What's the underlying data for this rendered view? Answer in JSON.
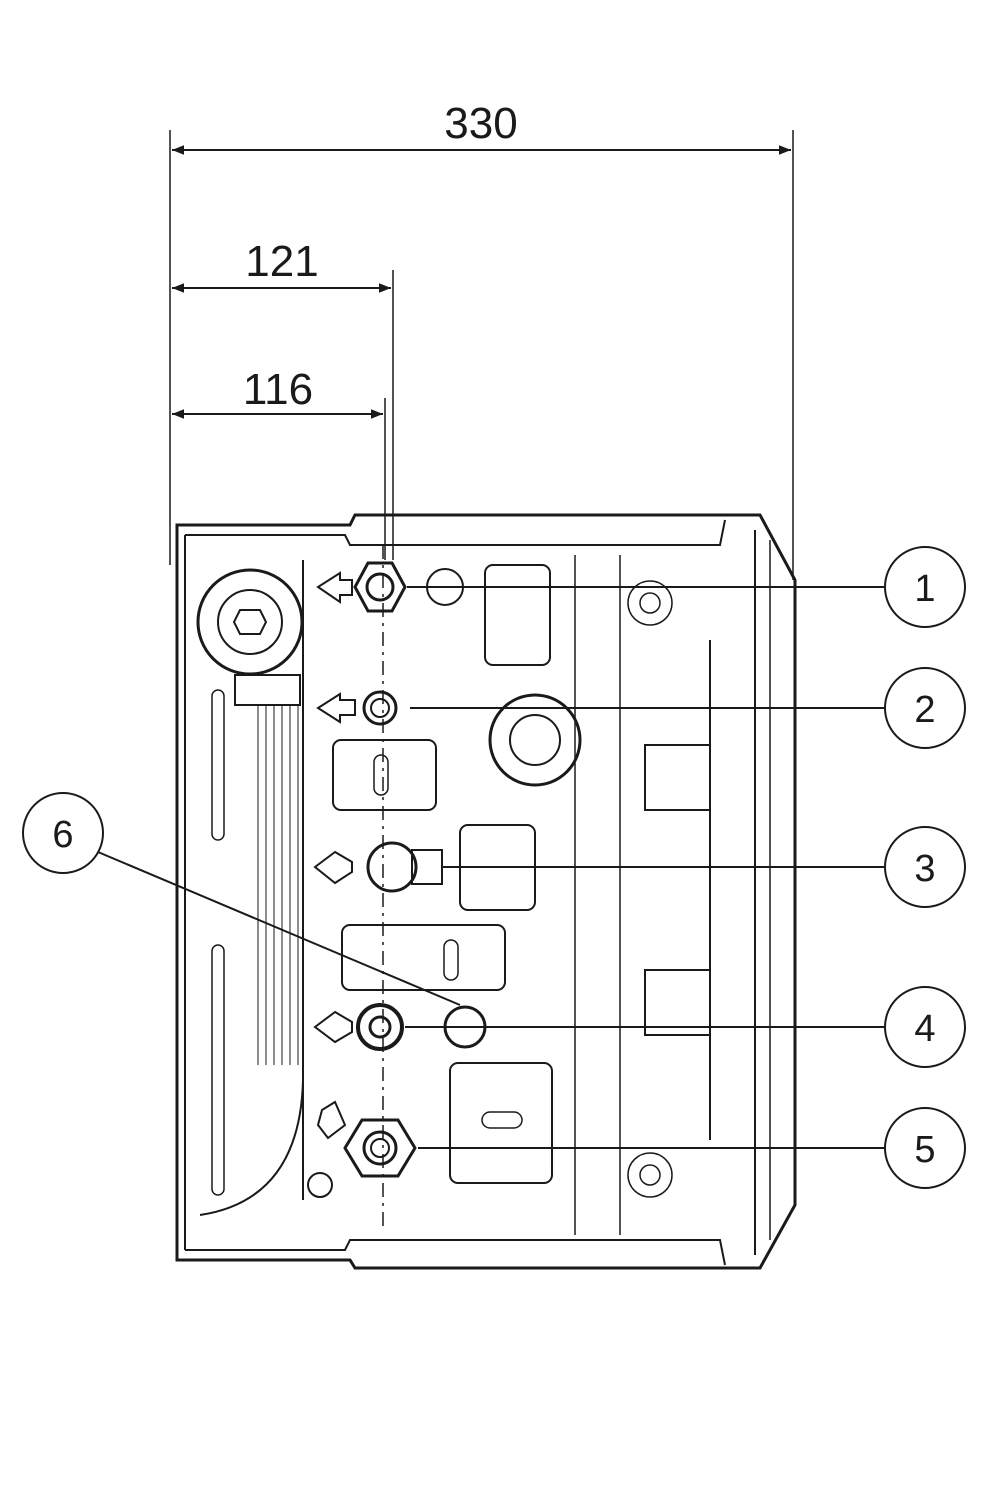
{
  "dimensions": {
    "overall_width": "330",
    "connection_offset_a": "121",
    "connection_offset_b": "116"
  },
  "callouts": [
    "1",
    "2",
    "3",
    "4",
    "5",
    "6"
  ],
  "colors": {
    "line": "#1a1a1a",
    "background": "#ffffff"
  }
}
